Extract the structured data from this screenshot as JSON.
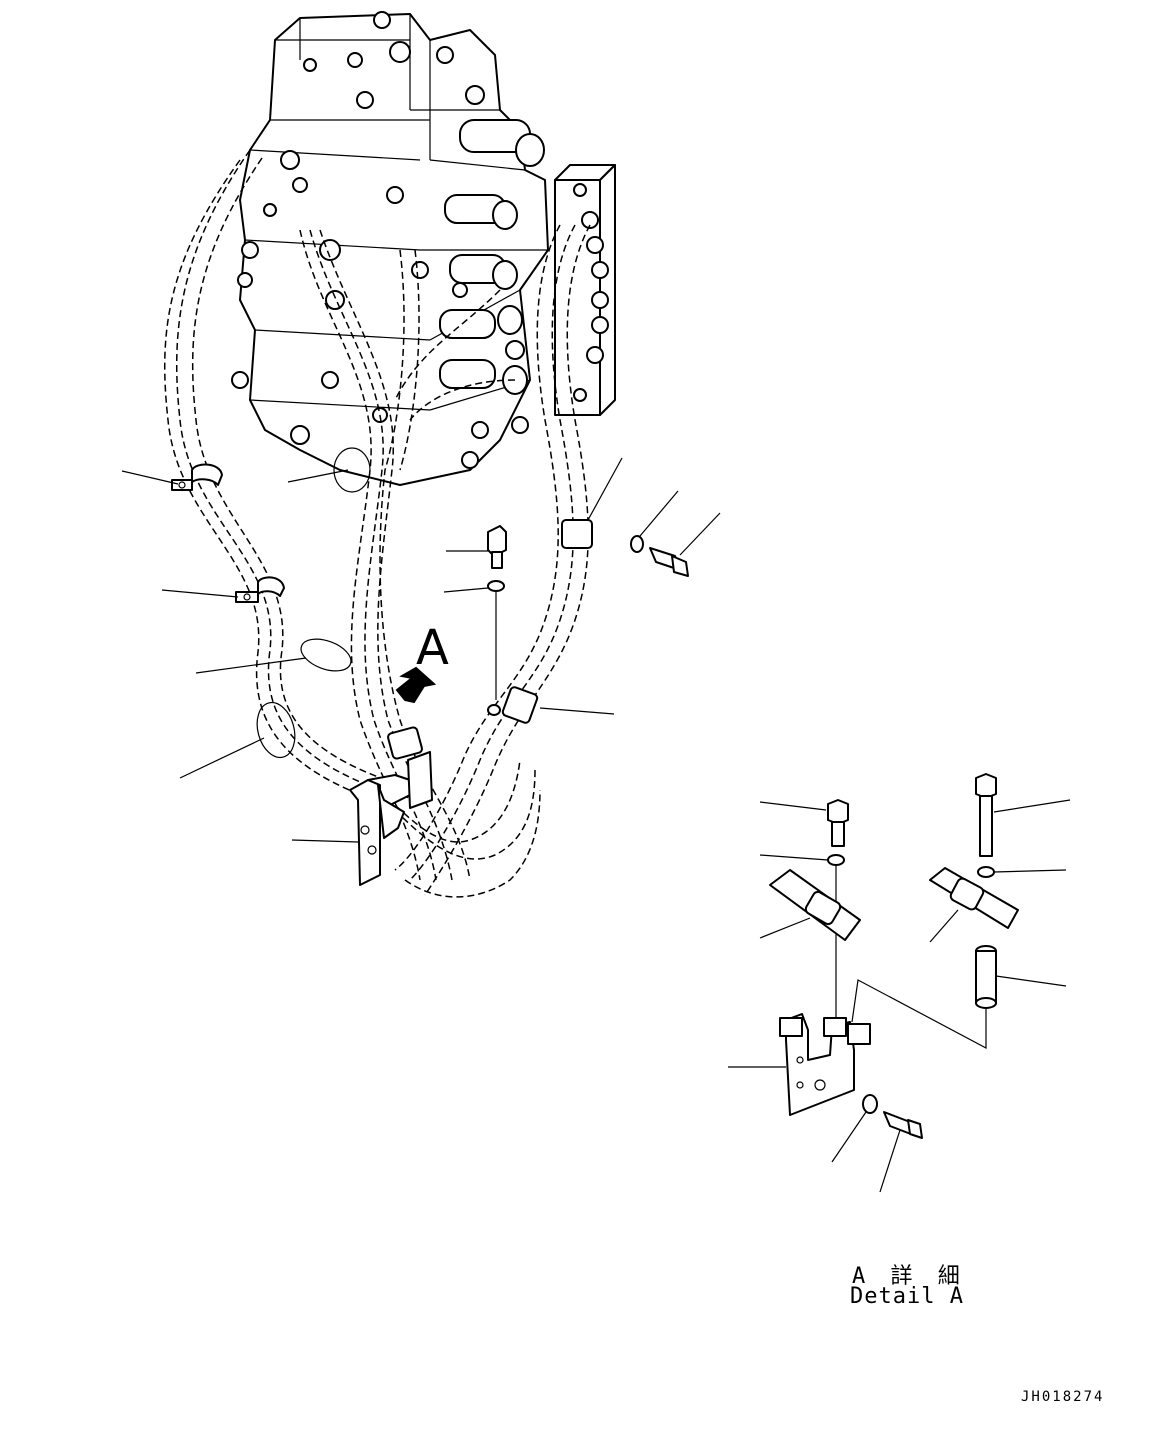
{
  "diagram": {
    "callout_letter": "A",
    "detail_label_jp": "A 詳 細",
    "detail_label_en": "Detail A",
    "drawing_code": "JH018274"
  }
}
